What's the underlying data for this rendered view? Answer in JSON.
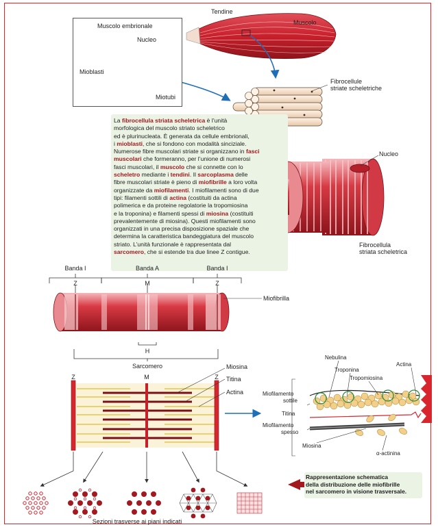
{
  "colors": {
    "frame": "#d8262e",
    "muscle": "#c8202b",
    "fiber_cream": "#f7e3d0",
    "text_highlight": "#a2191f",
    "arrow_blue": "#1f6fb8",
    "panel_green": "#eaf3e4"
  },
  "top": {
    "tendine": "Tendine",
    "muscolo": "Muscolo",
    "muscolo_embrionale": "Muscolo embrionale",
    "nucleo": "Nucleo",
    "mioblasti": "Mioblasti",
    "miotubi": "Miotubi",
    "fibrocellule_l1": "Fibrocellule",
    "fibrocellule_l2": "striate scheletriche",
    "nucleo2": "Nucleo",
    "fibrocellula_l1": "Fibrocellula",
    "fibrocellula_l2": "striata scheletrica"
  },
  "info": {
    "l1a": "La ",
    "l1b": "fibrocellula striata scheletrica",
    "l1c": " è l’unità",
    "l2": "morfologica del muscolo striato scheletrico",
    "l3": "ed è plurinucleata. È generata da cellule embrionali,",
    "l4a": "i ",
    "l4b": "mioblasti",
    "l4c": ", che si fondono con modalità sinciziale.",
    "l5a": "Numerose fibre muscolari striate si organizzano in ",
    "l5b": "fasci",
    "l6a": "muscolari",
    "l6b": " che formeranno, per l’unione di numerosi",
    "l7a": "fasci muscolari, il ",
    "l7b": "muscolo",
    "l7c": " che si connette con lo",
    "l8a": "scheletro",
    "l8b": " mediante i ",
    "l8c": "tendini",
    "l8d": ". Il ",
    "l8e": "sarcoplasma",
    "l8f": " delle",
    "l9a": "fibre muscolari striate è pieno di ",
    "l9b": "miofibrille",
    "l9c": " a loro volta",
    "l10a": "organizzate da ",
    "l10b": "miofilamenti",
    "l10c": ". I miofilamenti sono di due",
    "l11a": "tipi: filamenti sottili di ",
    "l11b": "actina",
    "l11c": " (costituiti da actina",
    "l12": "polimerica e da proteine regolatorie la tropomiosina",
    "l13a": "e la troponina)  e filamenti spessi di ",
    "l13b": "miosina",
    "l13c": " (costituiti",
    "l14": "prevalentemente di miosina). Questi miofilamenti sono",
    "l15": "organizzati in una precisa disposizione spaziale che",
    "l16": "determina la caratteristica bandeggiatura del muscolo",
    "l17": "striato.  L’unità funzionale è rappresentata dal",
    "l18a": "sarcomero",
    "l18b": ", che si estende tra due linee Z contigue."
  },
  "bands": {
    "banda_i_left": "Banda I",
    "banda_a": "Banda A",
    "banda_i_right": "Banda I",
    "z": "Z",
    "m": "M",
    "h": "H",
    "miofibrilla": "Miofibrilla",
    "sarcomero": "Sarcomero"
  },
  "filaments": {
    "miosina": "Miosina",
    "titina": "Titina",
    "actina": "Actina"
  },
  "detail": {
    "nebulina": "Nebulina",
    "troponina": "Troponina",
    "tropomiosina": "Tropomiosina",
    "actina": "Actina",
    "sottile_l1": "Miofilamento",
    "sottile_l2": "sottile",
    "titina": "Titina",
    "spesso_l1": "Miofilamento",
    "spesso_l2": "spesso",
    "miosina": "Miosina",
    "actinina": "α-actinina"
  },
  "bottom": {
    "sezioni": "Sezioni trasverse ai piani indicati"
  },
  "legend": {
    "l1": "Rappresentazione schematica",
    "l2": "della distribuzione delle miofibrille",
    "l3": "nel sarcomero in visione trasversale."
  }
}
